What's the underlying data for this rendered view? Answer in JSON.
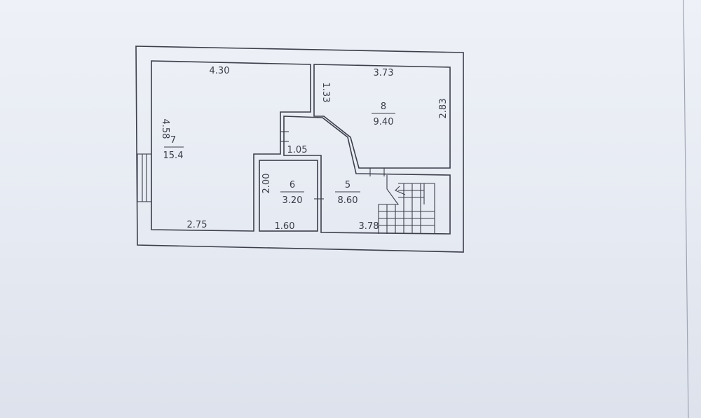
{
  "rooms": [
    {
      "number": "7",
      "area": "15.4"
    },
    {
      "number": "8",
      "area": "9.40"
    },
    {
      "number": "6",
      "area": "3.20"
    },
    {
      "number": "5",
      "area": "8.60"
    }
  ],
  "dimensions": {
    "room7_top": "4.30",
    "room7_left": "4.58",
    "room7_bottom": "2.75",
    "room8_top": "3.73",
    "room8_left": "1.33",
    "room8_right": "2.83",
    "corridor_width": "1.05",
    "room6_left": "2.00",
    "room6_bottom": "1.60",
    "room5_bottom": "3.78"
  },
  "colors": {
    "paper": "#e9ecf3",
    "lines": "#3c3f4a"
  }
}
